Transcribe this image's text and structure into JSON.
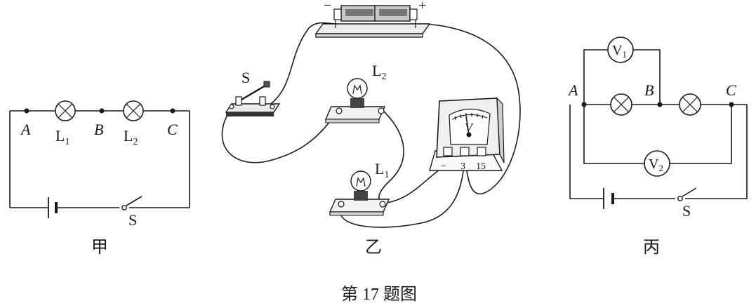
{
  "diagrams": {
    "jia": {
      "caption": "甲",
      "points": {
        "a": "A",
        "b": "B",
        "c": "C"
      },
      "lamp1": {
        "name": "L",
        "sub": "1"
      },
      "lamp2": {
        "name": "L",
        "sub": "2"
      },
      "switch": "S"
    },
    "yi": {
      "caption": "乙",
      "switch": "S",
      "lamp1": {
        "name": "L",
        "sub": "1"
      },
      "lamp2": {
        "name": "L",
        "sub": "2"
      },
      "battery": {
        "neg": "−",
        "pos": "+"
      },
      "voltmeter": {
        "label": "V",
        "terminals": [
          "−",
          "3",
          "15"
        ]
      }
    },
    "bing": {
      "caption": "丙",
      "points": {
        "a": "A",
        "b": "B",
        "c": "C"
      },
      "v1": {
        "name": "V",
        "sub": "1"
      },
      "v2": {
        "name": "V",
        "sub": "2"
      },
      "switch": "S"
    }
  },
  "figure_caption": "第 17 题图"
}
